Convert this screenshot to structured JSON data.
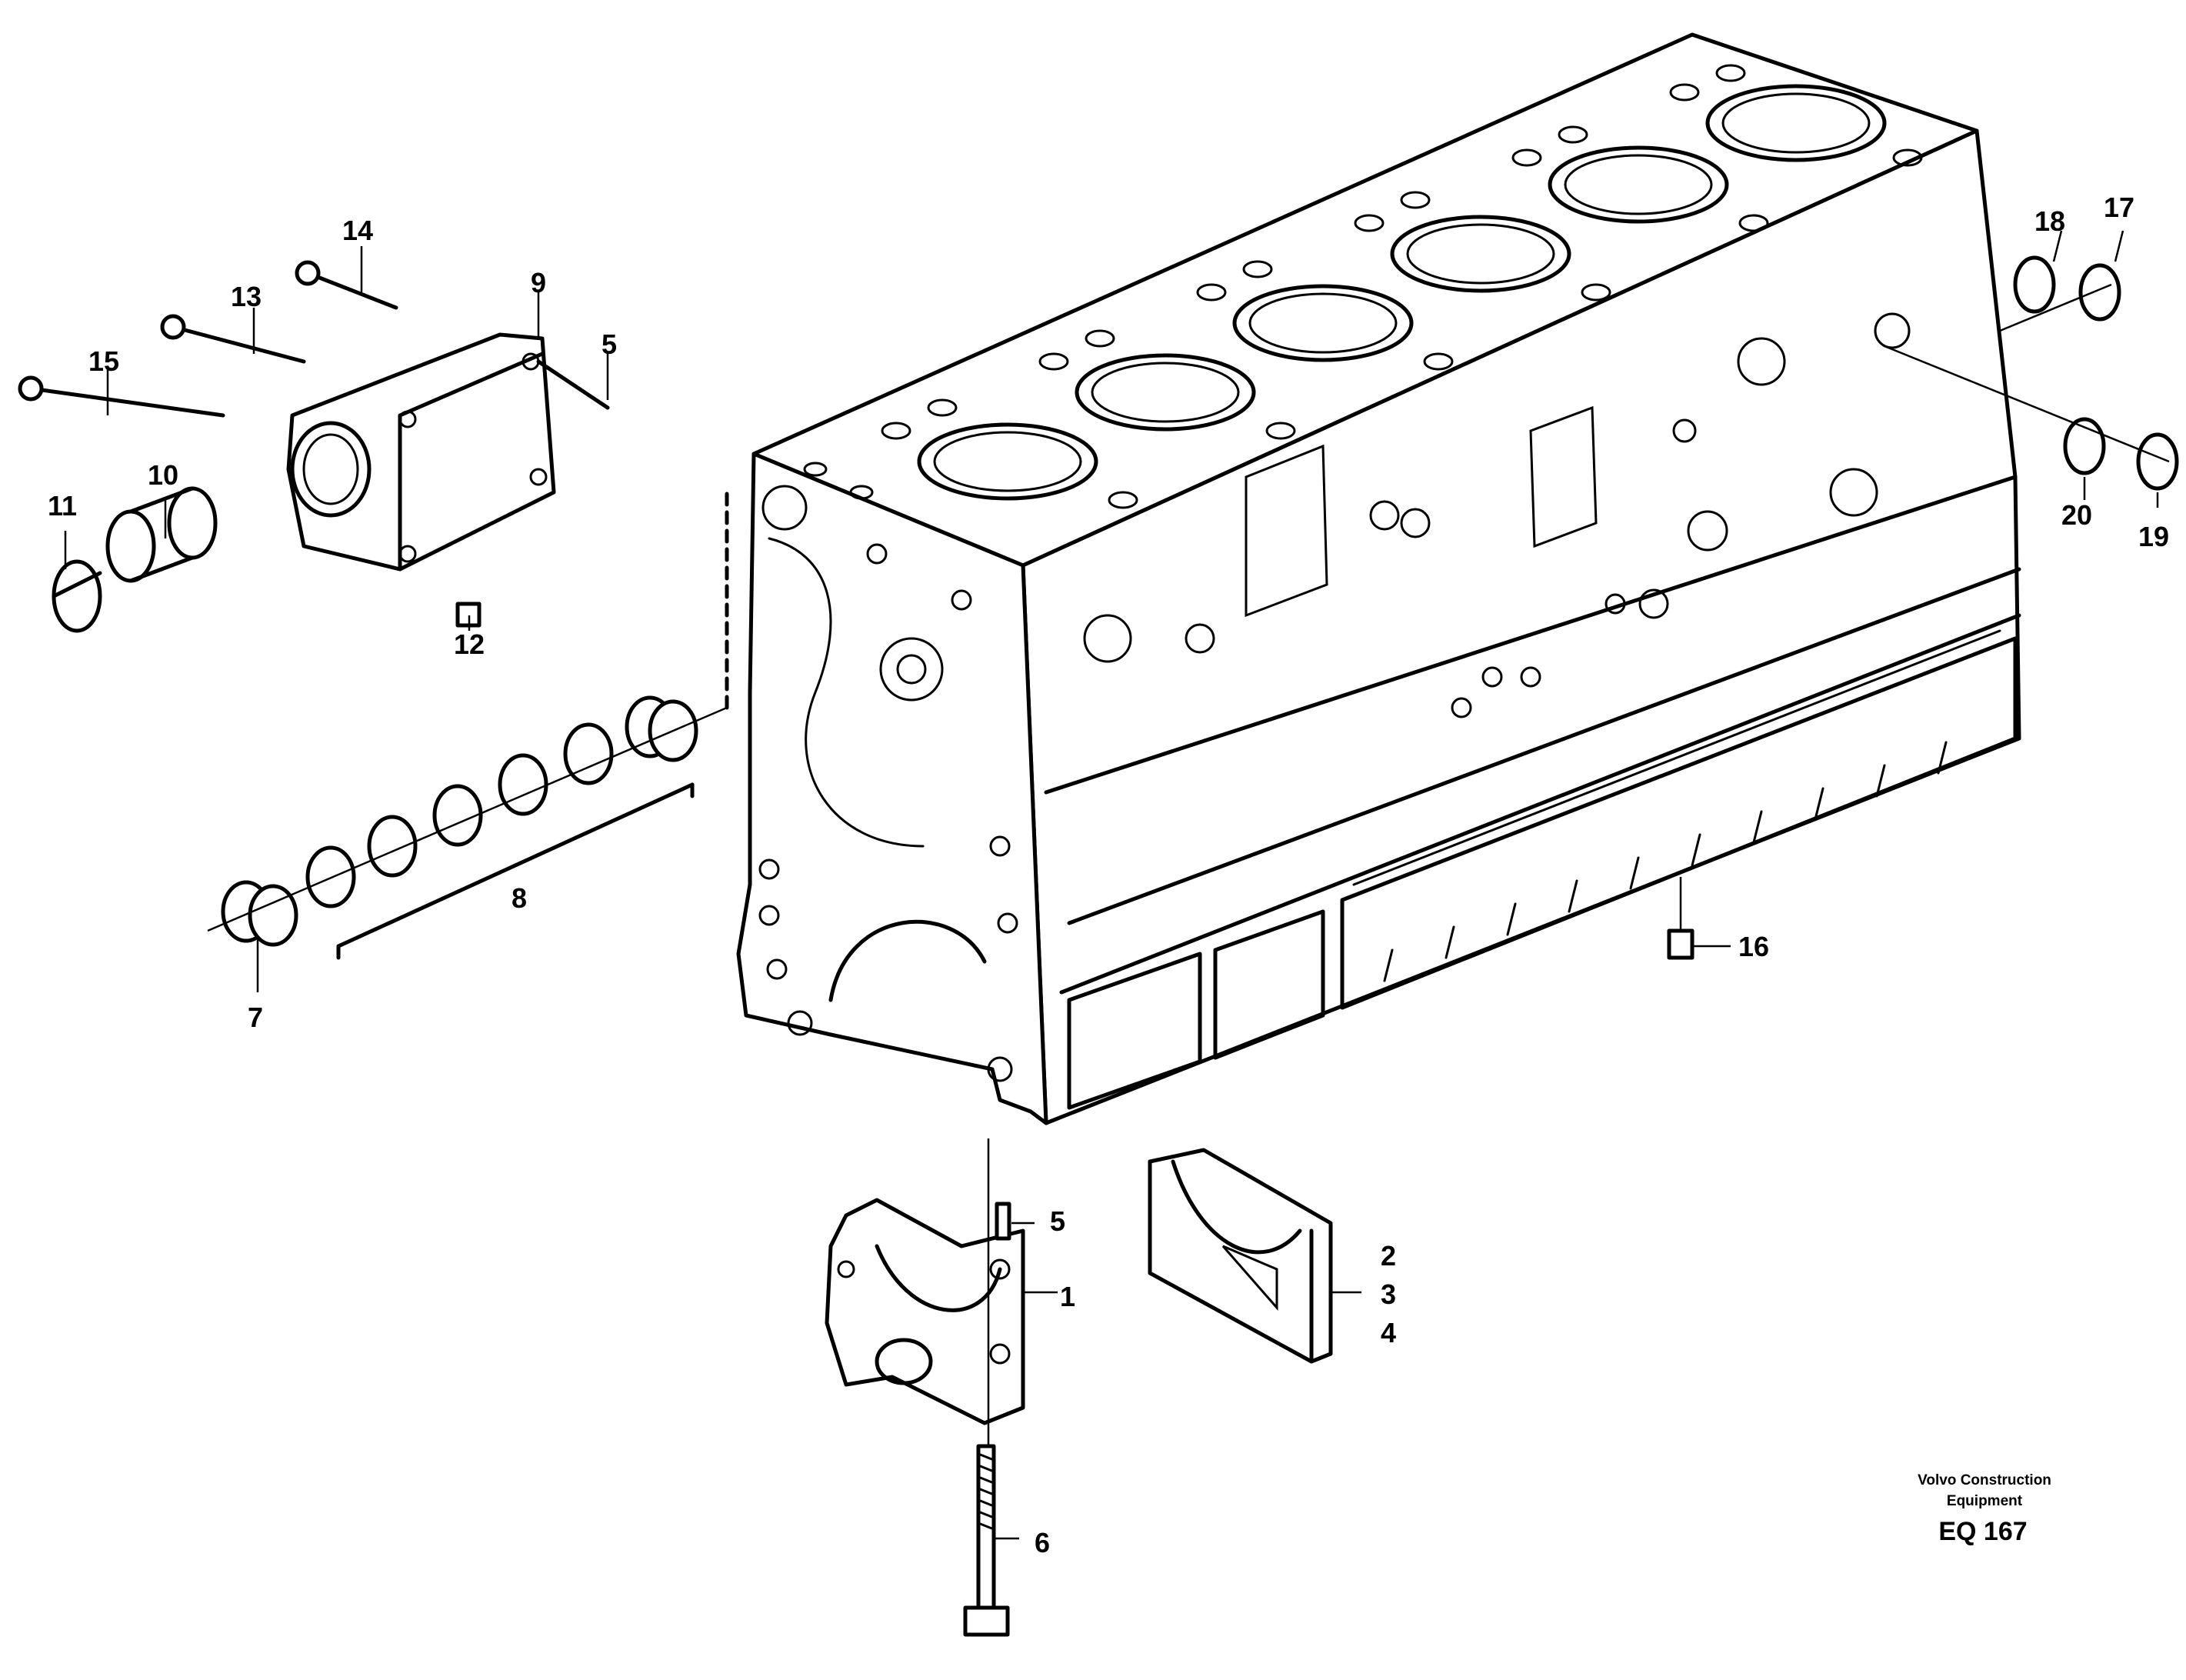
{
  "callouts": {
    "c1": "1",
    "c2": "2",
    "c3": "3",
    "c4": "4",
    "c5a": "5",
    "c5b": "5",
    "c6": "6",
    "c7": "7",
    "c8": "8",
    "c9": "9",
    "c10": "10",
    "c11": "11",
    "c12": "12",
    "c13": "13",
    "c14": "14",
    "c15": "15",
    "c16": "16",
    "c17": "17",
    "c18": "18",
    "c19": "19",
    "c20": "20"
  },
  "footer": {
    "line1": "Volvo Construction",
    "line2": "Equipment",
    "code": "EQ 167"
  }
}
